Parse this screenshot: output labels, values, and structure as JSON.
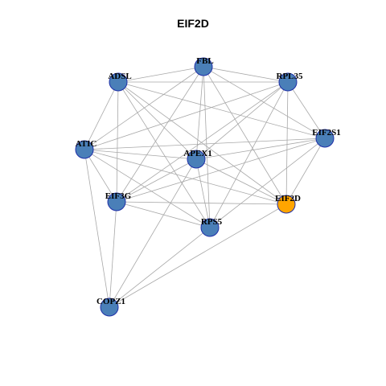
{
  "title": "EIF2D",
  "colors": {
    "default_node": "#4a7fb8",
    "highlight_node": "#ffa500",
    "edge": "#a8a8a8",
    "node_border": "#1f2fa8"
  },
  "nodes": [
    {
      "id": "FBL",
      "label": "FBL",
      "highlight": false
    },
    {
      "id": "ADSL",
      "label": "ADSL",
      "highlight": false
    },
    {
      "id": "RPL35",
      "label": "RPL35",
      "highlight": false
    },
    {
      "id": "EIF2S1",
      "label": "EIF2S1",
      "highlight": false
    },
    {
      "id": "ATIC",
      "label": "ATIC",
      "highlight": false
    },
    {
      "id": "APEX1",
      "label": "APEX1",
      "highlight": false
    },
    {
      "id": "EIF3G",
      "label": "EIF3G",
      "highlight": false
    },
    {
      "id": "EIF2D",
      "label": "EIF2D",
      "highlight": true
    },
    {
      "id": "RPS5",
      "label": "RPS5",
      "highlight": false
    },
    {
      "id": "COPZ1",
      "label": "COPZ1",
      "highlight": false
    }
  ],
  "edges": [
    [
      "FBL",
      "ADSL"
    ],
    [
      "FBL",
      "RPL35"
    ],
    [
      "FBL",
      "EIF2S1"
    ],
    [
      "FBL",
      "ATIC"
    ],
    [
      "FBL",
      "APEX1"
    ],
    [
      "FBL",
      "EIF3G"
    ],
    [
      "FBL",
      "EIF2D"
    ],
    [
      "FBL",
      "RPS5"
    ],
    [
      "ADSL",
      "RPL35"
    ],
    [
      "ADSL",
      "ATIC"
    ],
    [
      "ADSL",
      "EIF3G"
    ],
    [
      "ADSL",
      "EIF2S1"
    ],
    [
      "ADSL",
      "APEX1"
    ],
    [
      "ADSL",
      "EIF2D"
    ],
    [
      "ADSL",
      "RPS5"
    ],
    [
      "RPL35",
      "EIF2S1"
    ],
    [
      "RPL35",
      "ATIC"
    ],
    [
      "RPL35",
      "APEX1"
    ],
    [
      "RPL35",
      "EIF3G"
    ],
    [
      "RPL35",
      "EIF2D"
    ],
    [
      "RPL35",
      "RPS5"
    ],
    [
      "EIF2S1",
      "ATIC"
    ],
    [
      "EIF2S1",
      "APEX1"
    ],
    [
      "EIF2S1",
      "EIF3G"
    ],
    [
      "EIF2S1",
      "EIF2D"
    ],
    [
      "EIF2S1",
      "RPS5"
    ],
    [
      "ATIC",
      "APEX1"
    ],
    [
      "ATIC",
      "EIF3G"
    ],
    [
      "ATIC",
      "RPS5"
    ],
    [
      "ATIC",
      "COPZ1"
    ],
    [
      "ATIC",
      "EIF2D"
    ],
    [
      "APEX1",
      "EIF3G"
    ],
    [
      "APEX1",
      "EIF2D"
    ],
    [
      "APEX1",
      "RPS5"
    ],
    [
      "APEX1",
      "COPZ1"
    ],
    [
      "EIF3G",
      "RPS5"
    ],
    [
      "EIF3G",
      "EIF2D"
    ],
    [
      "EIF3G",
      "COPZ1"
    ],
    [
      "EIF2D",
      "COPZ1"
    ],
    [
      "RPS5",
      "COPZ1"
    ]
  ]
}
